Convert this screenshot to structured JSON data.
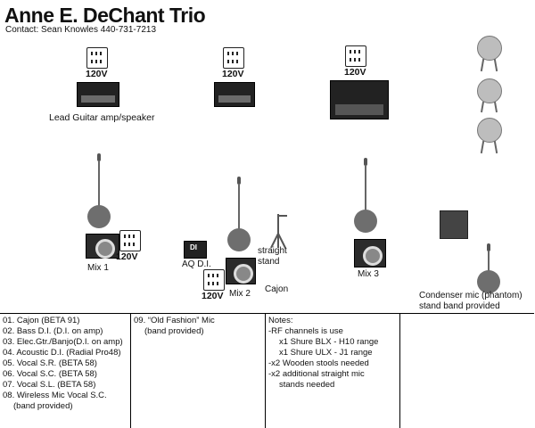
{
  "header": {
    "title": "Anne E. DeChant Trio",
    "contact": "Contact: Sean Knowles 440-731-7213"
  },
  "power_label": "120V",
  "labels": {
    "lead_amp": "Lead Guitar amp/speaker",
    "mix1": "Mix 1",
    "mix2": "Mix 2",
    "mix3": "Mix 3",
    "aq_di": "AQ D.I.",
    "di_text": "DI",
    "straight_stand": "straight\nstand",
    "cajon": "Cajon",
    "condenser": "Condenser mic (phantom)\nstand band provided"
  },
  "legend": {
    "col1": [
      "01. Cajon (BETA 91)",
      "02. Bass D.I. (D.I. on amp)",
      "03. Elec.Gtr./Banjo(D.I. on amp)",
      "04. Acoustic D.I. (Radial Pro48)",
      "05. Vocal S.R. (BETA 58)",
      "06. Vocal S.C. (BETA 58)",
      "07. Vocal S.L. (BETA 58)",
      "08. Wireless Mic Vocal S.C."
    ],
    "col1_indent": "(band provided)",
    "col2": [
      "09. “Old Fashion” Mic"
    ],
    "col2_indent": "(band provided)",
    "col3": [
      {
        "text": "Notes:",
        "indent": false
      },
      {
        "text": "-RF channels is use",
        "indent": false
      },
      {
        "text": "x1 Shure BLX - H10 range",
        "indent": true
      },
      {
        "text": "x1 Shure ULX - J1 range",
        "indent": true
      },
      {
        "text": "-x2 Wooden stools needed",
        "indent": false
      },
      {
        "text": "-x2 additional straight mic",
        "indent": false
      },
      {
        "text": "stands needed",
        "indent": true
      }
    ]
  }
}
